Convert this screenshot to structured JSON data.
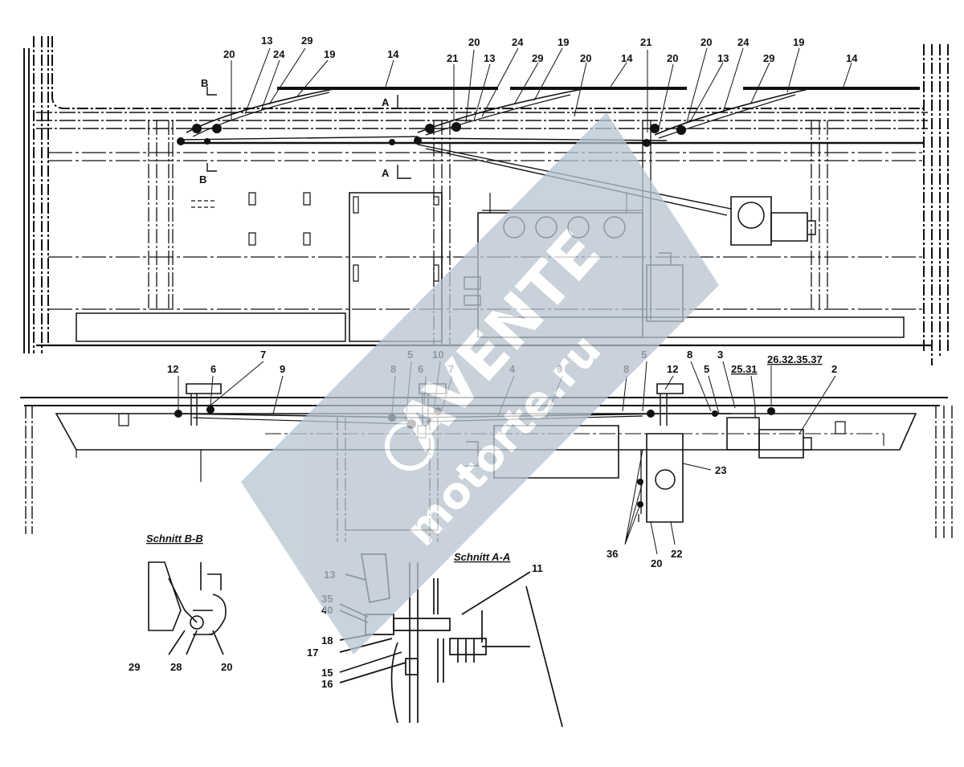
{
  "diagram": {
    "labels_top": [
      "20",
      "13",
      "29",
      "24",
      "19",
      "14",
      "B",
      "B",
      "A",
      "A",
      "21",
      "20",
      "13",
      "24",
      "29",
      "19",
      "20",
      "14",
      "21",
      "20",
      "20",
      "13",
      "24",
      "29",
      "19",
      "14"
    ],
    "labels_mid": [
      "12",
      "6",
      "7",
      "9",
      "8",
      "5",
      "10",
      "6",
      "7",
      "4",
      "9",
      "8",
      "5",
      "8",
      "3",
      "12",
      "5",
      "25.31",
      "26.32.35.37",
      "2",
      "23",
      "36",
      "20",
      "22"
    ],
    "section_bb": {
      "title": "Schnitt B-B",
      "labels": [
        "29",
        "28",
        "20"
      ]
    },
    "section_aa": {
      "title": "Schnitt A-A",
      "labels": [
        "13",
        "35",
        "40",
        "18",
        "17",
        "15",
        "16",
        "11"
      ]
    }
  },
  "watermark": {
    "brand": "AVENTE",
    "site": "motorte.ru",
    "color": "#8fa3b5"
  }
}
